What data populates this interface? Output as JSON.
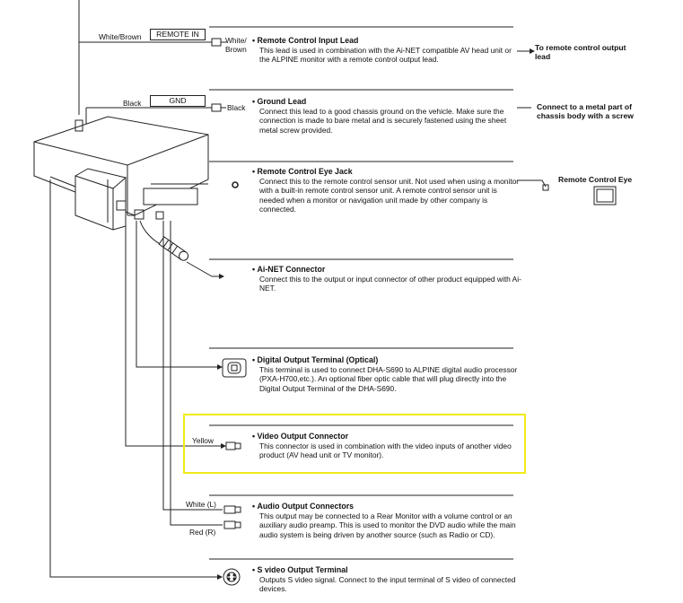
{
  "connectors": [
    {
      "id": "remote-control-input",
      "title": "Remote Control Input Lead",
      "description": "This lead is used in combination with the Ai-NET compatible AV head unit or the ALPINE monitor with a remote control output lead.",
      "wire_color_label": "White/Brown",
      "tag": "REMOTE IN",
      "plug_label": "White/ Brown",
      "target": "To remote control output lead"
    },
    {
      "id": "ground-lead",
      "title": "Ground Lead",
      "description": "Connect this lead to a good chassis ground on the vehicle. Make sure the connection is made to bare metal and is securely fastened using the sheet metal screw provided.",
      "wire_color_label": "Black",
      "tag": "GND",
      "plug_label": "Black",
      "target": "Connect to a metal part of chassis body with a screw"
    },
    {
      "id": "remote-control-eye-jack",
      "title": "Remote Control Eye Jack",
      "description": "Connect this to the remote control sensor unit. Not used when using a monitor with a built-in remote control sensor unit. A remote control sensor unit is needed when a monitor or navigation unit made by other company is connected.",
      "target": "Remote Control Eye"
    },
    {
      "id": "ai-net-connector",
      "title": "Ai-NET Connector",
      "description": "Connect this to the output or input connector of other product equipped with Ai-NET."
    },
    {
      "id": "digital-output-terminal",
      "title": "Digital Output Terminal (Optical)",
      "description": "This terminal is used to connect DHA-S690 to ALPINE digital audio processor (PXA-H700,etc.). An optional fiber optic cable that will plug directly into the Digital Output Terminal of the DHA-S690."
    },
    {
      "id": "video-output-connector",
      "title": "Video Output Connector",
      "description": "This connector is used in combination with the video inputs of another video product (AV head unit or TV monitor).",
      "plug_label": "Yellow",
      "highlighted": true,
      "highlight_color": "#f2ea1a"
    },
    {
      "id": "audio-output-connectors",
      "title": "Audio Output Connectors",
      "description": "This output may be connected to a Rear Monitor with a volume control or an auxiliary audio preamp. This is used to monitor the DVD audio while the main audio system is being driven by another source (such as Radio or CD).",
      "plug_label_left": "White (L)",
      "plug_label_right": "Red (R)"
    },
    {
      "id": "s-video-output-terminal",
      "title": "S video Output Terminal",
      "description": "Outputs S video signal. Connect to the input terminal of S video of connected devices."
    }
  ]
}
